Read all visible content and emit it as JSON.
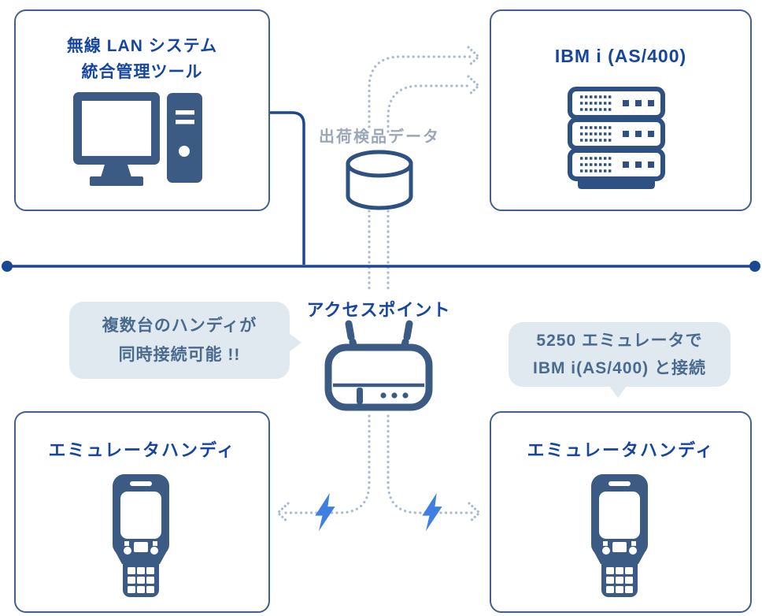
{
  "palette": {
    "primary_line_blue": "#1a4795",
    "heading_blue": "#1646a0",
    "icon_navy_fill": "#3b5b84",
    "icon_navy_stroke": "#2e5183",
    "dotted_line_gray": "#aabbd0",
    "lightning_blue": "#3f7fe3",
    "bubble_background": "#dfe9ef",
    "bubble_text": "#4a6a8e",
    "muted_label_gray": "#9ba7b6"
  },
  "boxes": {
    "management": {
      "title_line1": "無線 LAN システム",
      "title_line2": "統合管理ツール",
      "icon": "desktop-pc-icon"
    },
    "ibm_i": {
      "title": "IBM i (AS/400)",
      "icon": "server-stack-icon"
    },
    "handy_left": {
      "title": "エミュレータハンディ",
      "icon": "handheld-terminal-icon"
    },
    "handy_right": {
      "title": "エミュレータハンディ",
      "icon": "handheld-terminal-icon"
    }
  },
  "labels": {
    "shipping_data": "出荷検品データ",
    "access_point": "アクセスポイント"
  },
  "bubbles": {
    "multi_connect": {
      "line1": "複数台のハンディが",
      "line2": "同時接続可能 !!"
    },
    "emulator_5250": {
      "line1": "5250 エミュレータで",
      "line2": "IBM i(AS/400) と接続"
    }
  },
  "icons": {
    "database": "database-cylinder-icon",
    "access_point": "wifi-router-icon",
    "wireless": "lightning-bolt-icon",
    "flow_arrows": "dotted-arrow-icon"
  }
}
